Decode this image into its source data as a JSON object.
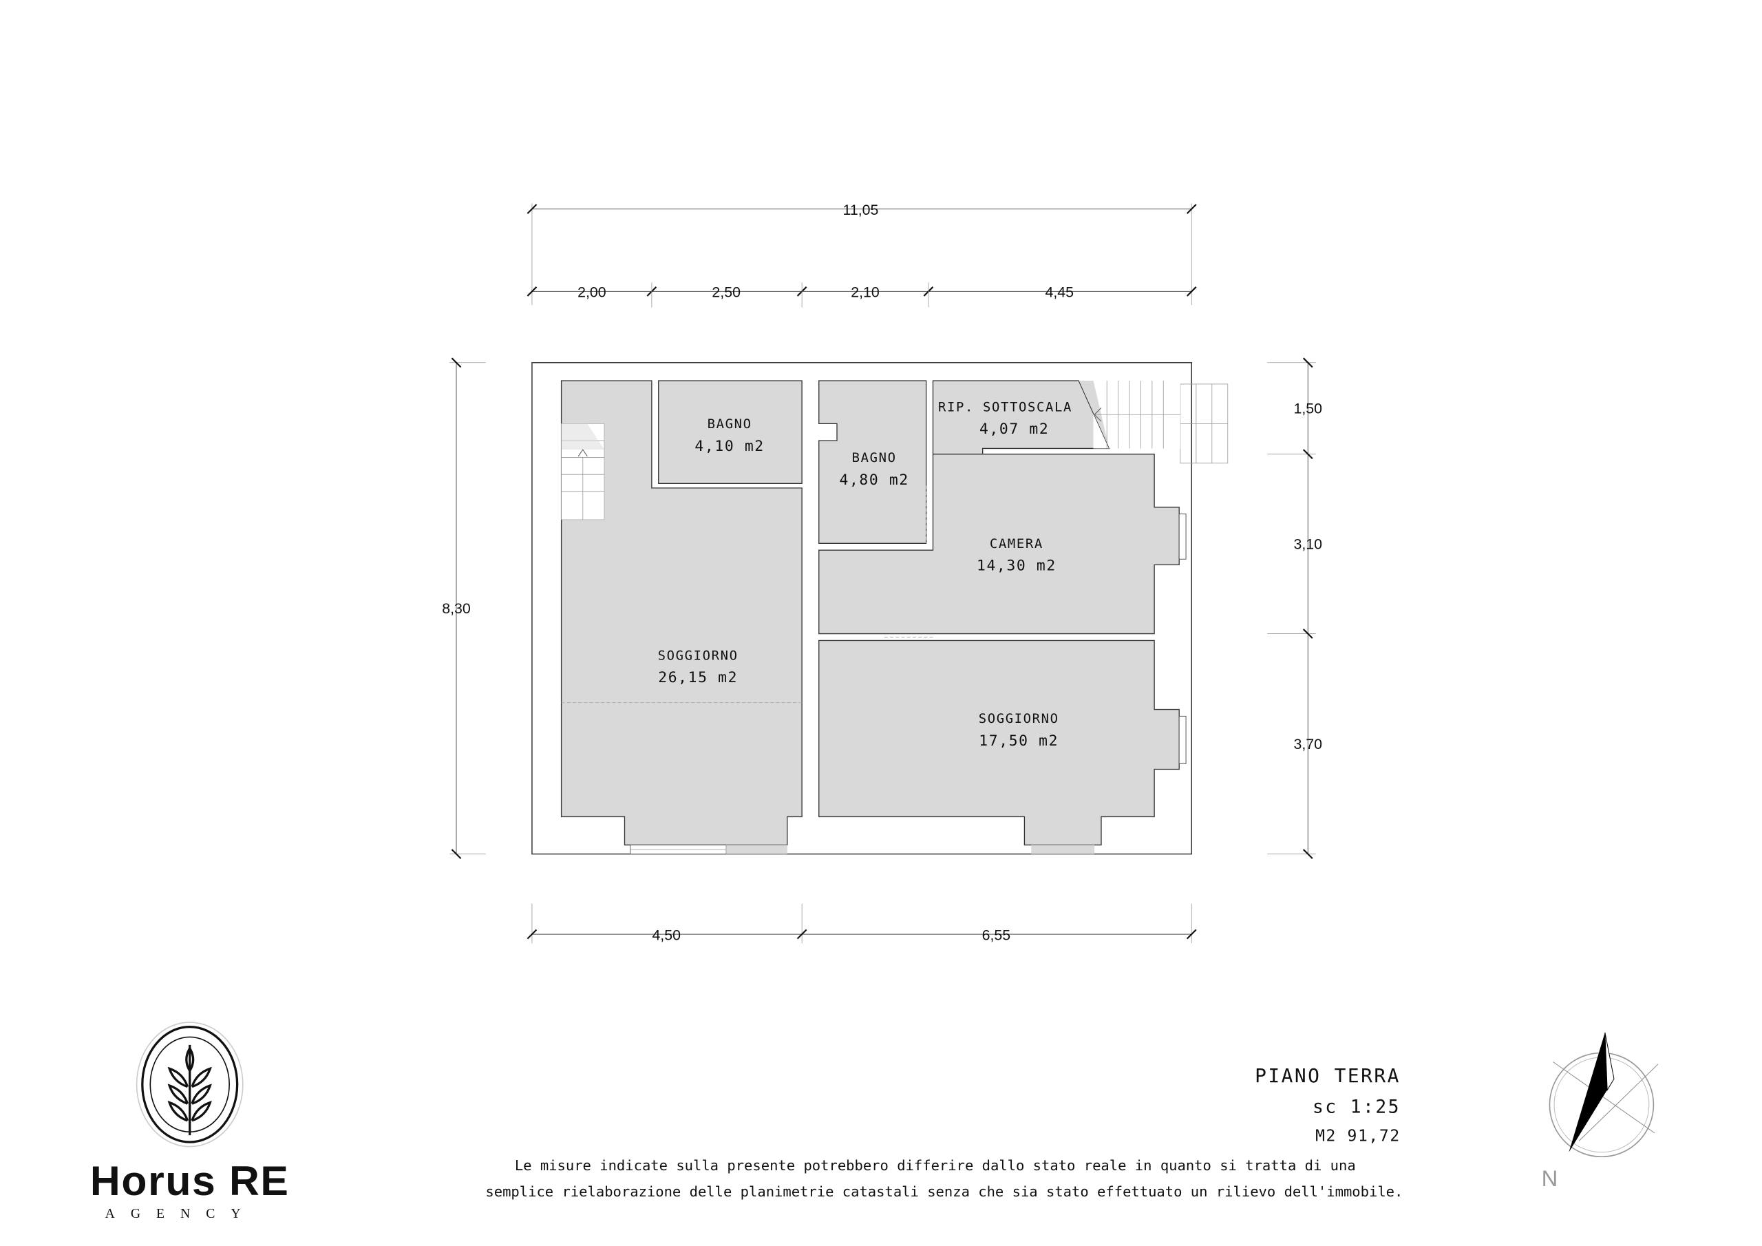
{
  "dimensions": {
    "total_width": "11,05",
    "top_segments": [
      "2,00",
      "2,50",
      "2,10",
      "4,45"
    ],
    "bottom_segments": [
      "4,50",
      "6,55"
    ],
    "total_height": "8,30",
    "right_segments": [
      "1,50",
      "3,10",
      "3,70"
    ]
  },
  "rooms": [
    {
      "name": "SOGGIORNO",
      "area": "26,15 m2"
    },
    {
      "name": "BAGNO",
      "area": "4,10 m2"
    },
    {
      "name": "BAGNO",
      "area": "4,80 m2"
    },
    {
      "name": "RIP. SOTTOSCALA",
      "area": "4,07 m2"
    },
    {
      "name": "CAMERA",
      "area": "14,30 m2"
    },
    {
      "name": "SOGGIORNO",
      "area": "17,50 m2"
    }
  ],
  "info": {
    "floor": "PIANO TERRA",
    "scale": "sc 1:25",
    "total_area": "M2 91,72",
    "disclaimer_line1": "Le misure indicate sulla presente potrebbero differire dallo stato reale in quanto si tratta di una",
    "disclaimer_line2": "semplice rielaborazione delle planimetrie catastali senza che sia stato effettuato un rilievo dell'immobile."
  },
  "logo": {
    "name": "Horus RE",
    "subtitle": "AGENCY"
  },
  "compass": {
    "north_label": "N"
  }
}
